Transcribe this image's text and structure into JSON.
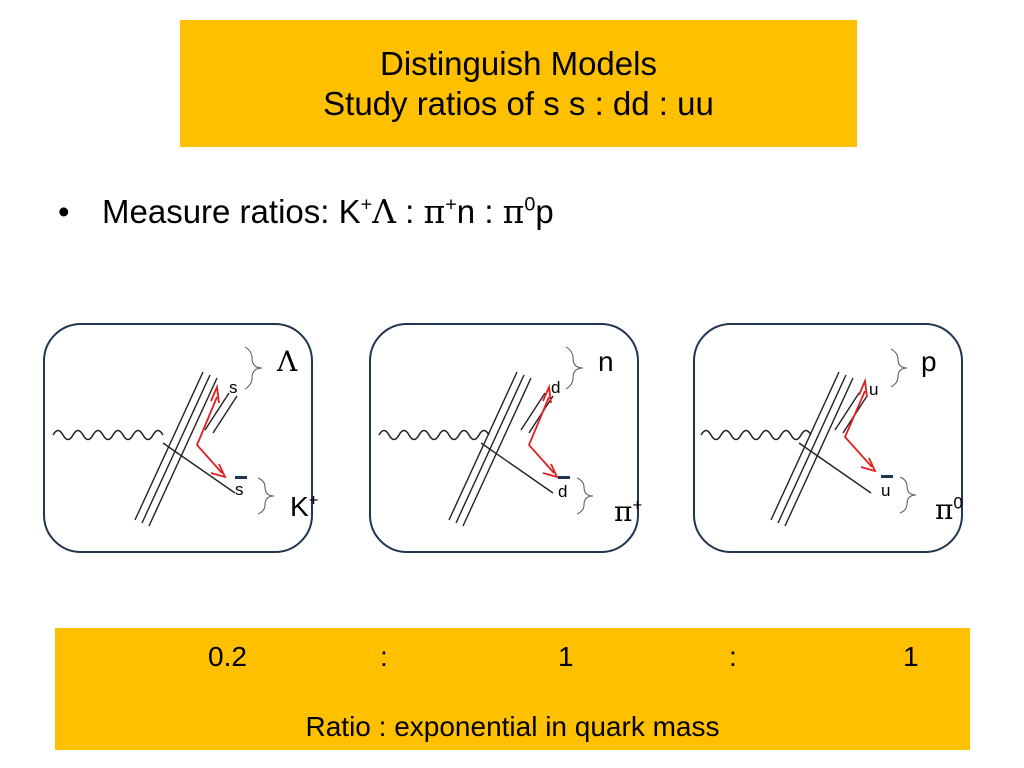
{
  "title": {
    "line1": "Distinguish Models",
    "line2": "Study ratios of s s : dd : uu"
  },
  "bullet": {
    "prefix": "Measure ratios:  K",
    "k_sup": "+",
    "lambda": "Λ",
    "sep1": " : ",
    "pi1": "π",
    "pi1_sup": "+",
    "n": "n",
    "sep2": " : ",
    "pi2": "π",
    "pi2_sup": "0",
    "p": "p"
  },
  "panels": [
    {
      "quark": "s",
      "antiquark": "s",
      "baryon": "Λ",
      "meson": "K",
      "meson_sup": "+"
    },
    {
      "quark": "d",
      "antiquark": "d",
      "baryon": "n",
      "meson": "π",
      "meson_sup": "+"
    },
    {
      "quark": "u",
      "antiquark": "u",
      "baryon": "p",
      "meson": "π",
      "meson_sup": "0"
    }
  ],
  "ratios": {
    "v1": "0.2",
    "c1": ":",
    "v2": "1",
    "c2": ":",
    "v3": "1",
    "caption": "Ratio  :   exponential in quark mass"
  },
  "colors": {
    "highlight": "#FFC000",
    "panel_border": "#1F3550",
    "arrow": "#E02020"
  }
}
